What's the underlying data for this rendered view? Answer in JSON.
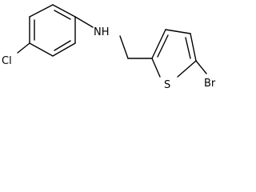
{
  "molecule": {
    "atoms": {
      "nh": "NH",
      "s": "S",
      "br": "Br",
      "cl": "Cl"
    }
  },
  "colors": {
    "bond": "#000000",
    "background": "#ffffff"
  }
}
